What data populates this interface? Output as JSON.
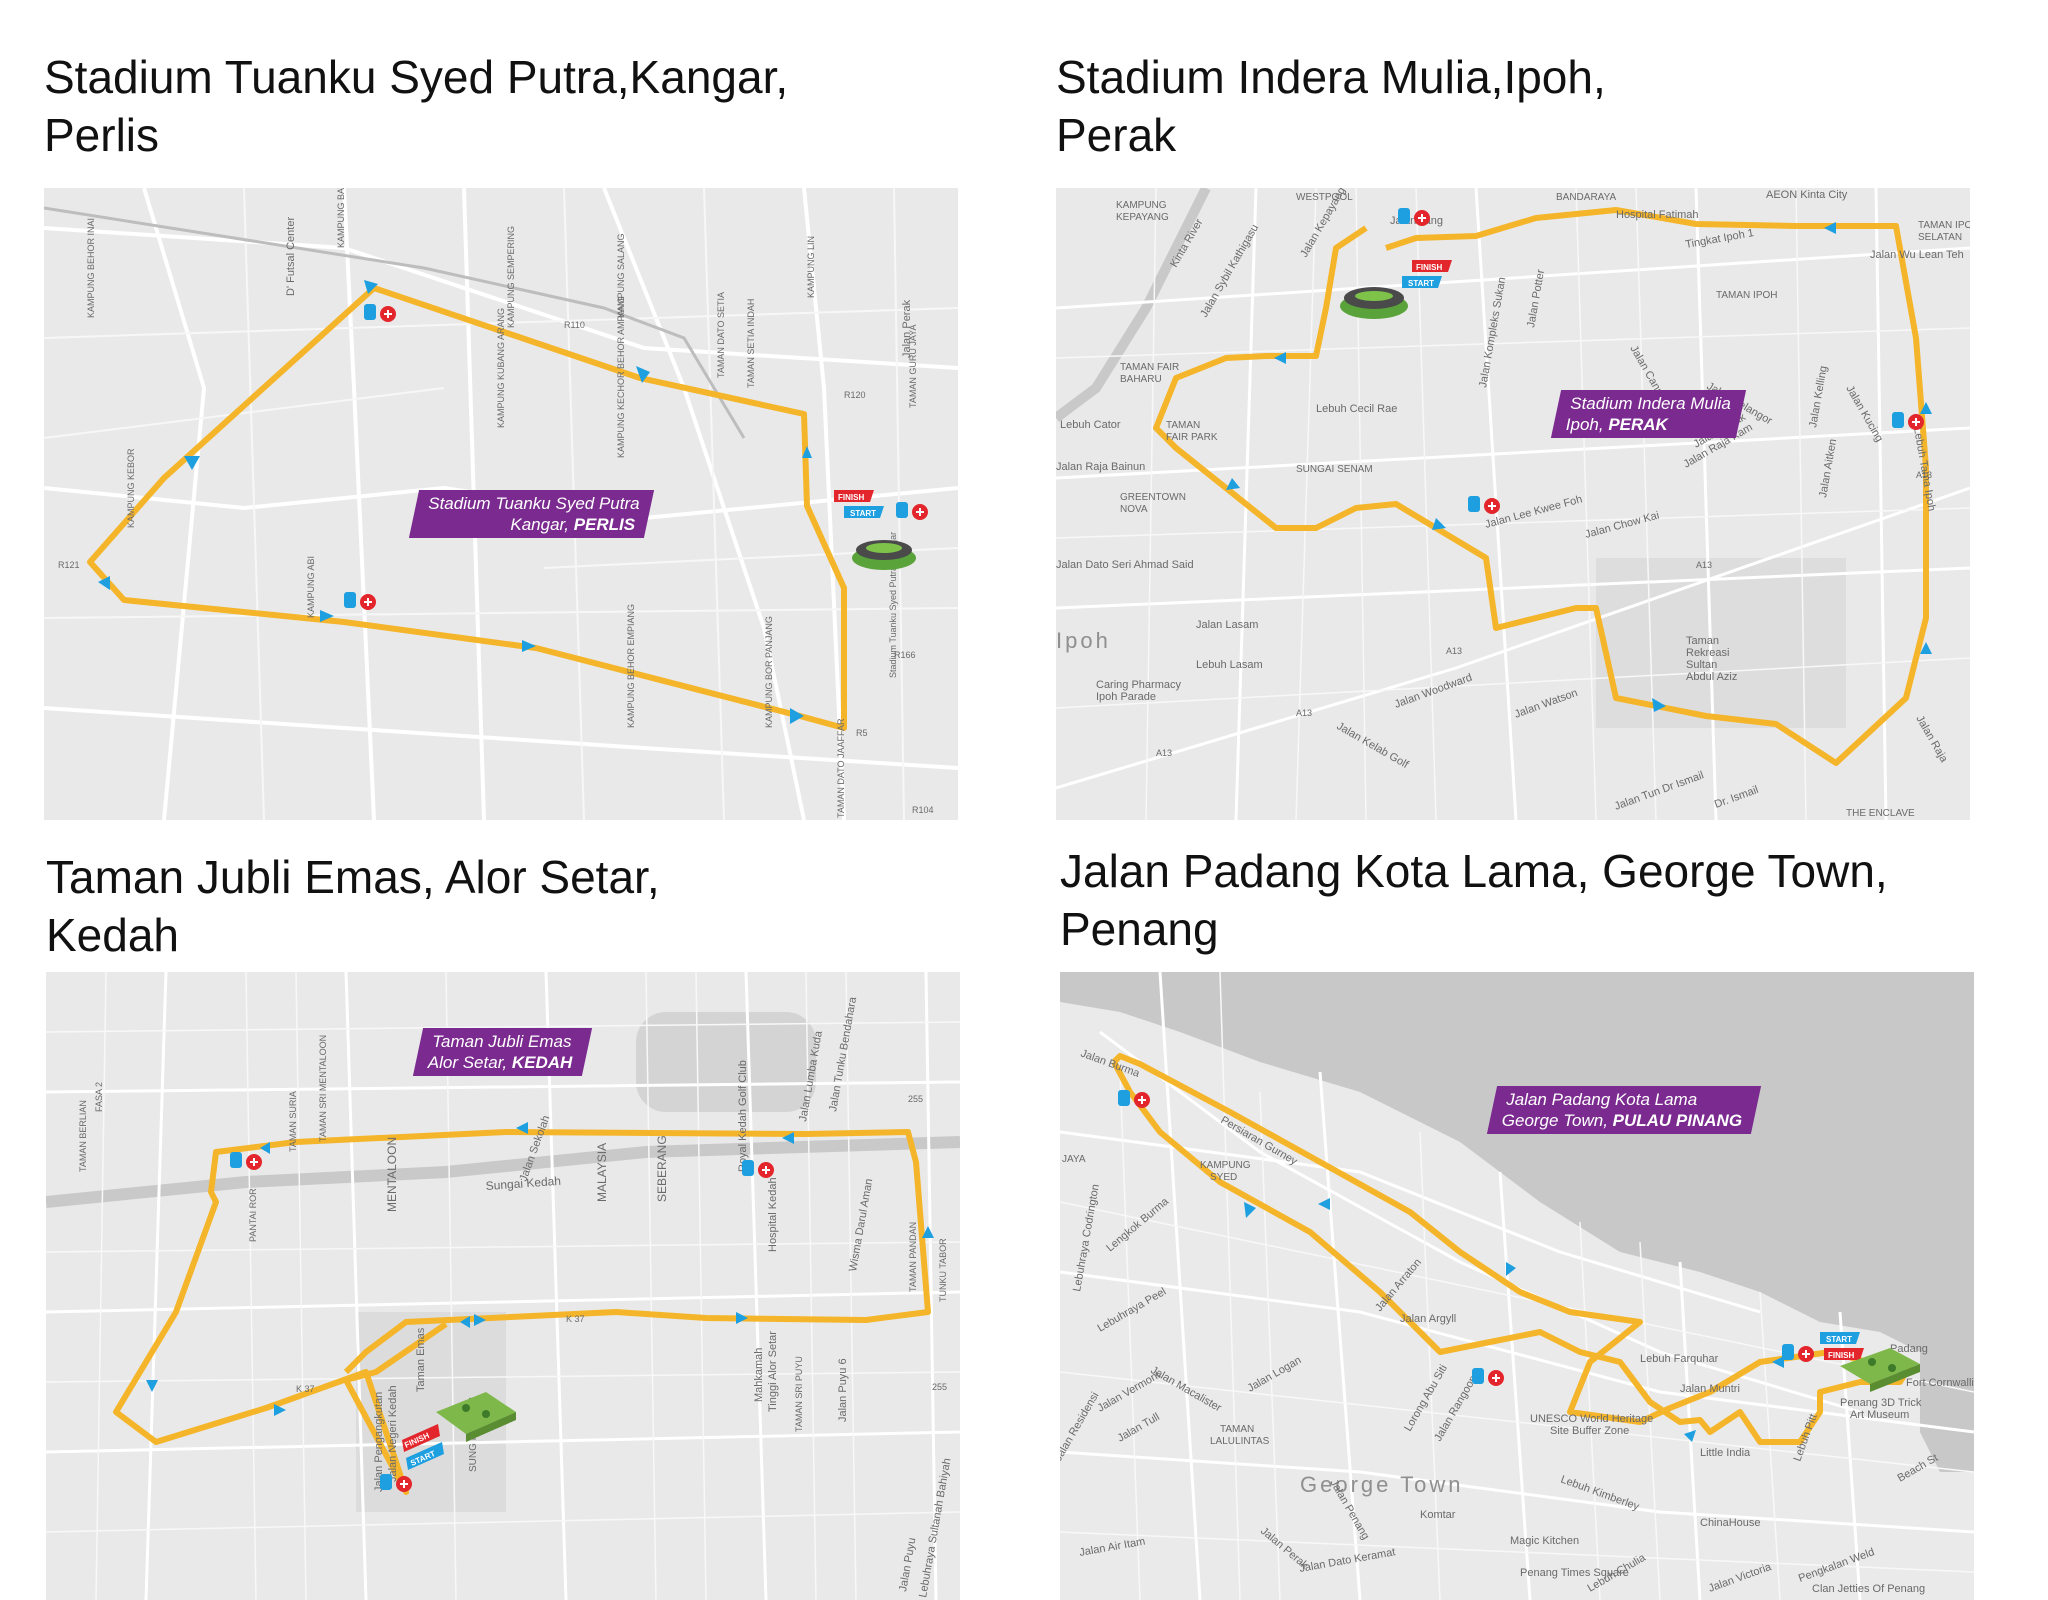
{
  "colors": {
    "route": "#f5b52a",
    "arrow": "#1e9fe0",
    "medical": "#e3262c",
    "tag": "#7b2a8f",
    "map_bg": "#e9e9e9",
    "road": "#ffffff",
    "water": "#c9c9c9"
  },
  "panels": [
    {
      "title_line1": "Stadium Tuanku Syed Putra,Kangar,",
      "title_line2": "Perlis",
      "tag_line1": "Stadium Tuanku Syed Putra",
      "tag_line2_plain": "Kangar, ",
      "tag_line2_bold": "PERLIS",
      "labels": [
        "D' Futsal Center",
        "KAMPUNG BATU DUA",
        "KAMPUNG SEMPERING",
        "KAMPUNG SALANG",
        "KAMPUNG LIN",
        "KAMPUNG BEHOR INAI",
        "TAMAN DATO SETIA",
        "TAMAN SETIA INDAH",
        "KAMPUNG KUBANG ARANG",
        "KAMPUNG KECHOR BEHOR AMPANG",
        "TAMAN GURU JAYA",
        "Jalan Perak",
        "KAMPUNG KEBOR",
        "KAMPUNG ABI",
        "KAMPUNG BEHOR EMPIANG",
        "KAMPUNG BOR PANJANG",
        "TAMAN DATO JAAFFAR",
        "Stadium Tuanku Syed Putra, Kangar",
        "R110",
        "R120",
        "R121",
        "R166",
        "R5",
        "R104"
      ],
      "markers": {
        "finish": "FINISH",
        "start": "START"
      }
    },
    {
      "title_line1": "Stadium Indera Mulia,Ipoh,",
      "title_line2": "Perak",
      "tag_line1": "Stadium Indera Mulia",
      "tag_line2_plain": "Ipoh, ",
      "tag_line2_bold": "PERAK",
      "labels": [
        "KAMPUNG KEPAYANG",
        "WESTPOOL",
        "BANDARAYA",
        "Hospital Fatimah",
        "AEON Kinta City",
        "Jalan Sybil Kathigasu",
        "Jalan Kepayang",
        "Jalan Tang",
        "Kinta River",
        "TAMAN FAIR BAHARU",
        "Lebuh Cator",
        "Jalan Raja Bainun",
        "TAMAN FAIR PARK",
        "GREENTOWN NOVA",
        "SUNGAI SENAM",
        "Lebuh Cecil Rae",
        "Jalan Kompleks Sukan",
        "Jalan Potter",
        "Jalan Canning Estate",
        "TAMAN IPOH",
        "Tingkat Ipoh 1",
        "Jalan Selangor",
        "Jalan Raja Kam",
        "Jalan Perak",
        "Jalan Lee Kwee Foh",
        "Jalan Chow Kai",
        "Jalan Kelling",
        "Jalan Aitken",
        "Jalan Kucing",
        "Lebuh Tama Ipoh",
        "Jalan Wu Lean Teh",
        "TAMAN IPOH SELATAN",
        "Jalan Dato Seri Ahmad Said",
        "Ipoh",
        "Jalan Lasam",
        "Lebuh Lasam",
        "Caring Pharmacy Ipoh Parade",
        "Jalan Woodward",
        "Jalan Watson",
        "Jalan Kelab Golf",
        "Taman Rekreasi Sultan Abdul Aziz",
        "Jalan Raja",
        "Jalan Tun Dr Ismail",
        "Dr. Ismail",
        "THE ENCLAVE",
        "A13"
      ],
      "markers": {
        "finish": "FINISH",
        "start": "START"
      }
    },
    {
      "title_line1": "Taman Jubli Emas, Alor Setar,",
      "title_line2": "Kedah",
      "tag_line1": "Taman Jubli Emas",
      "tag_line2_plain": "Alor Setar, ",
      "tag_line2_bold": "KEDAH",
      "labels": [
        "TAMAN BERLIAN",
        "FASA 2",
        "TAMAN SURIA",
        "TAMAN SRI MENTALOON",
        "MENTALOON",
        "Jalan Sekolah",
        "MALAYSIA",
        "SEBERANG",
        "Royal Kedah Golf Club",
        "Hospital Kedah",
        "Jalan Lumba Kuda",
        "Jalan Tunku Bendahara",
        "Wisma Darul Aman",
        "Sungai Kedah",
        "PANTAI ROR",
        "TAMAN PANDAN",
        "TUNKU TABOR",
        "Jalan Pengangkutan",
        "Jalan Negeri Kedah",
        "Taman Emas",
        "Tinggi Alor Setar",
        "Mahkamah",
        "Jalan Puyu 6",
        "Jalan Puyu",
        "Lebuhraya Sultanah Bahiyah",
        "TAMAN SRI PUYU",
        "SUNG PENANTI",
        "255",
        "K 37",
        "K 37"
      ],
      "markers": {
        "finish": "FINISH",
        "start": "START"
      }
    },
    {
      "title_line1": "Jalan Padang Kota Lama, George Town,",
      "title_line2": "Penang",
      "tag_line1": "Jalan Padang Kota Lama",
      "tag_line2_plain": "George Town, ",
      "tag_line2_bold": "PULAU PINANG",
      "labels": [
        "Jalan Burma",
        "Persiaran Gurney",
        "KAMPUNG SYED",
        "JAYA",
        "Lebuhraya Codrington",
        "Lengkok Burma",
        "Lebuhraya Peel",
        "Jalan Macalister",
        "Jalan Vermont",
        "Jalan Tull",
        "Jalan Residensi",
        "Jalan Logan",
        "TAMAN LALULINTAS",
        "Jalan Arraton",
        "Jalan Argyll",
        "Jalan Muntri",
        "Lorong Abu Siti",
        "Jalan Rangoon",
        "UNESCO World Heritage Site Buffer Zone",
        "Lebuh Farquhar",
        "Penang 3D Trick Art Museum",
        "Little India",
        "Lebuh Pitt",
        "Lebuh Kimberley",
        "George Town",
        "Komtar",
        "ChinaHouse",
        "Magic Kitchen",
        "Penang Times Square",
        "Jalan Air Itam",
        "Jalan Perak",
        "Jalan Dato Keramat",
        "Lebuh Chulia",
        "Beach St",
        "Pengkalan Weld",
        "Jalan Victoria",
        "Clan Jetties Of Penang",
        "Fort Cornwallis",
        "Jalan Penang",
        "Padang"
      ],
      "markers": {
        "finish": "FINISH",
        "start": "START"
      }
    }
  ]
}
